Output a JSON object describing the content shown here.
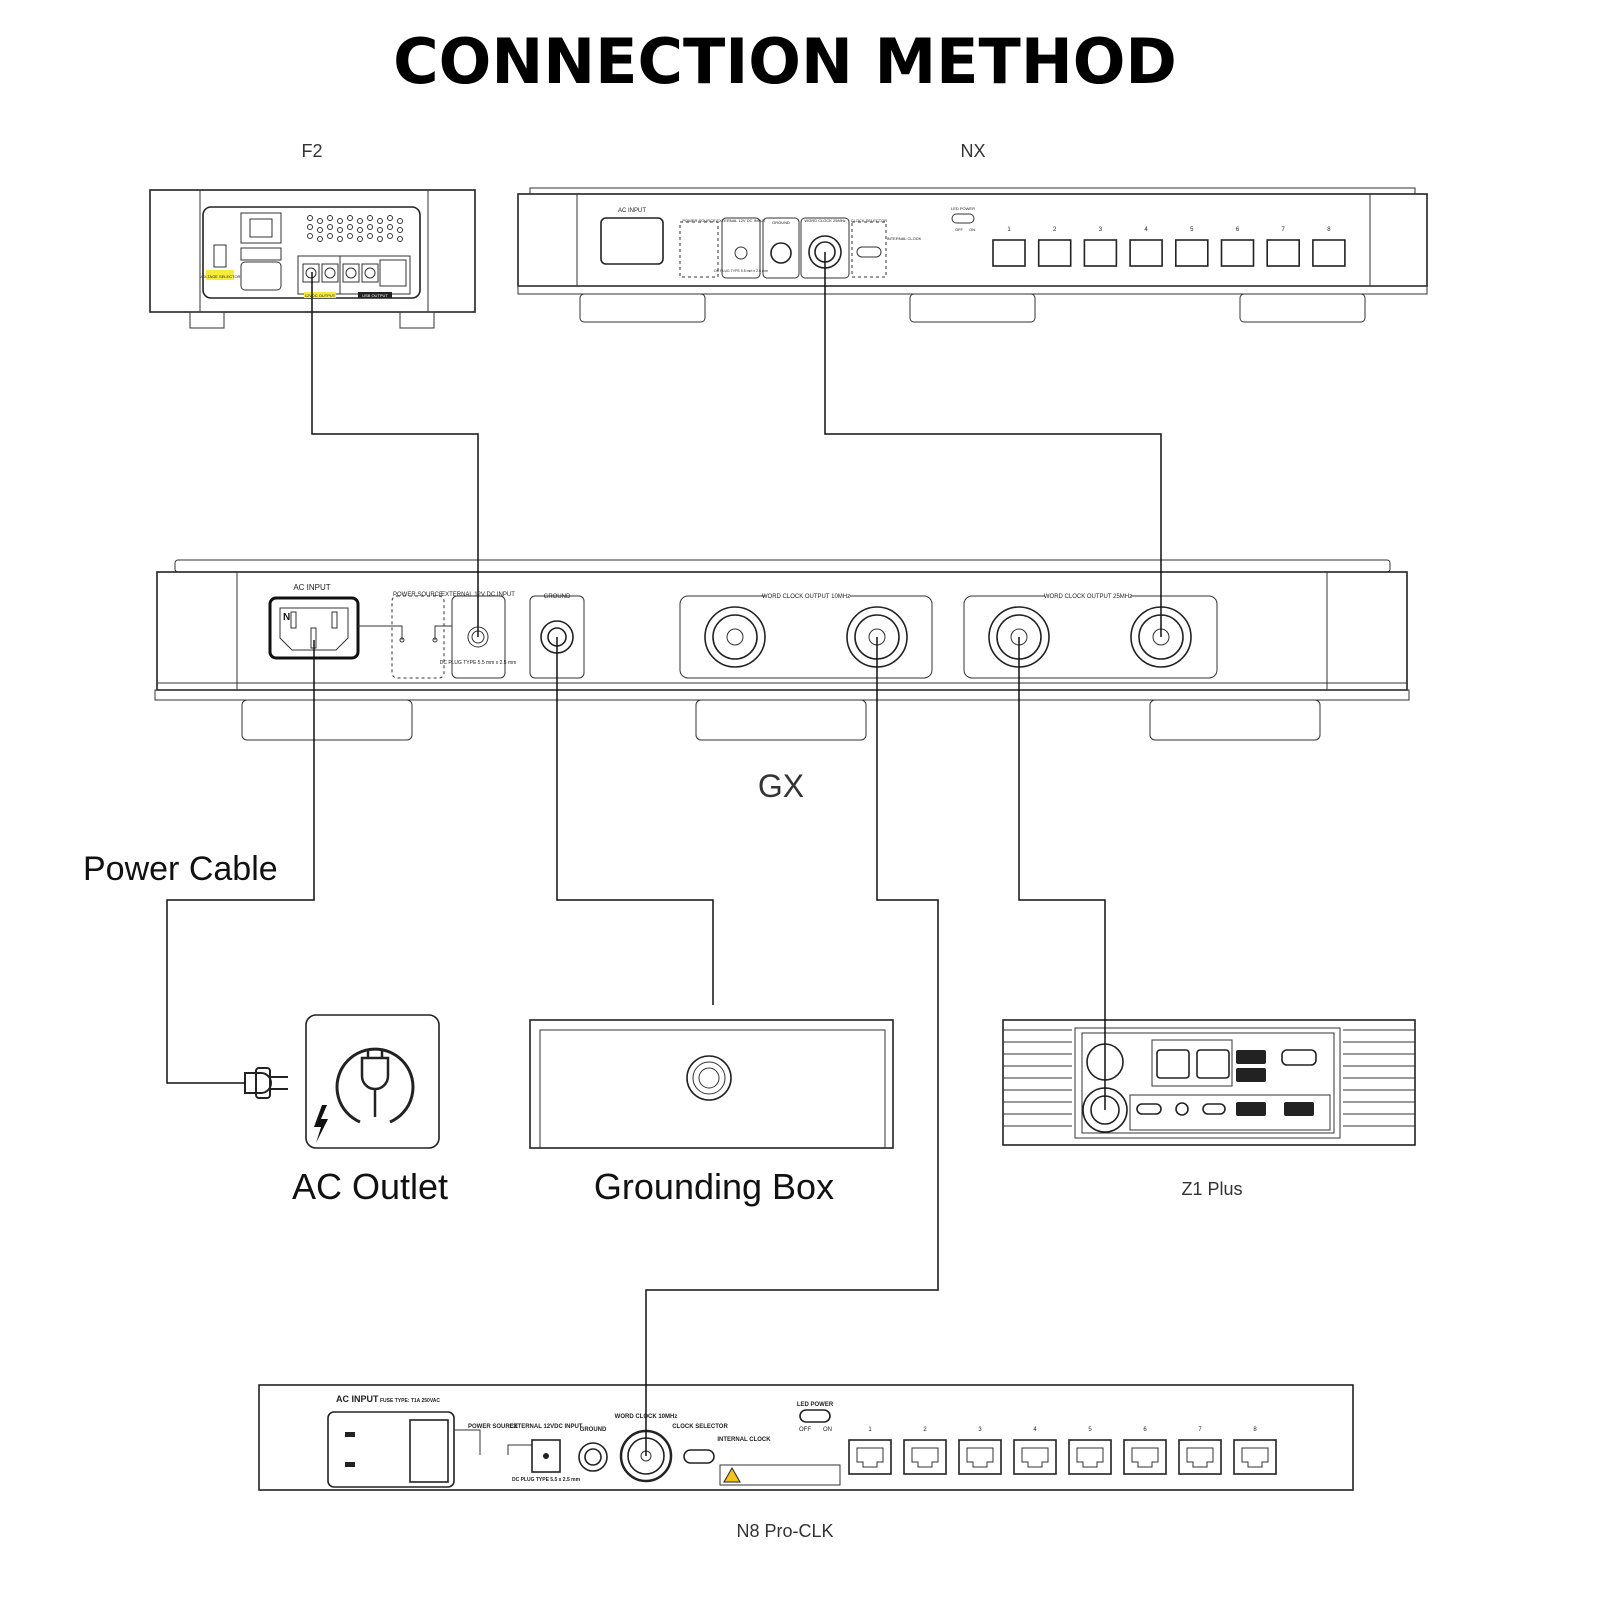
{
  "title": "CONNECTION METHOD",
  "devices": {
    "f2": {
      "label": "F2",
      "voltage_selector": "VOLTAGE SELECTOR",
      "dc_output": "12VDC OUTPUT",
      "usb_output": "USB OUTPUT"
    },
    "nx": {
      "label": "NX",
      "ac_input": "AC INPUT",
      "power_source": "POWER SOURCE",
      "dc_input": "EXTERNAL 12V DC INPUT",
      "dc_plug": "DC PLUG TYPE 5.5 mm x 2.5 mm",
      "ground": "GROUND",
      "word_clock": "WORD CLOCK 25MHz",
      "clock_selector": "CLOCK SELECTOR",
      "internal_clock": "INTERNAL CLOCK",
      "led_power": "LED POWER",
      "off": "OFF",
      "on": "ON",
      "ports": [
        "1",
        "2",
        "3",
        "4",
        "5",
        "6",
        "7",
        "8"
      ]
    },
    "gx": {
      "label": "GX",
      "ac_input": "AC INPUT",
      "power_source": "POWER SOURCE",
      "dc_input": "EXTERNAL 12V DC INPUT",
      "dc_plug": "DC PLUG TYPE 5.5 mm x 2.5 mm",
      "ground": "GROUND",
      "wc_10": "WORD CLOCK OUTPUT 10MHz",
      "wc_25": "WORD CLOCK OUTPUT 25MHz"
    },
    "z1": {
      "label": "Z1 Plus"
    },
    "n8": {
      "label": "N8 Pro-CLK",
      "ac_input": "AC INPUT",
      "fuse": "FUSE TYPE: T1A 250VAC",
      "power_source": "POWER SOURCE",
      "dc_input": "EXTERNAL 12VDC INPUT",
      "dc_plug": "DC PLUG TYPE 5.5 x 2.5 mm",
      "ground": "GROUND",
      "word_clock": "WORD CLOCK 10MHz",
      "clock_selector": "CLOCK SELECTOR",
      "internal_clock": "INTERNAL CLOCK",
      "led_power": "LED POWER",
      "off": "OFF",
      "on": "ON",
      "ports": [
        "1",
        "2",
        "3",
        "4",
        "5",
        "6",
        "7",
        "8"
      ]
    }
  },
  "labels": {
    "power_cable": "Power Cable",
    "ac_outlet": "AC Outlet",
    "grounding_box": "Grounding Box"
  },
  "icons": {
    "outlet": "power-plug-icon",
    "plug": "plug-icon",
    "lightning": "lightning-icon"
  }
}
